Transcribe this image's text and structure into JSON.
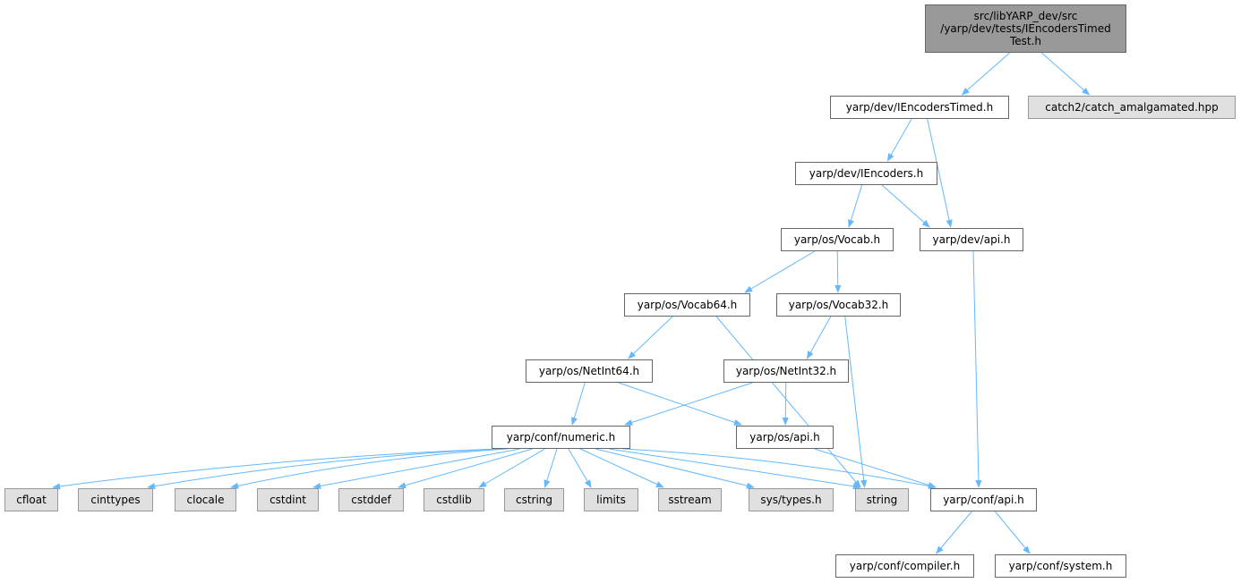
{
  "graph": {
    "nodes": [
      {
        "id": "root",
        "label": "src/libYARP_dev/src\n/yarp/dev/tests/IEncodersTimed\nTest.h",
        "kind": "root"
      },
      {
        "id": "iet",
        "label": "yarp/dev/IEncodersTimed.h",
        "kind": "file"
      },
      {
        "id": "catch",
        "label": "catch2/catch_amalgamated.hpp",
        "kind": "sys"
      },
      {
        "id": "ie",
        "label": "yarp/dev/IEncoders.h",
        "kind": "file"
      },
      {
        "id": "vocab",
        "label": "yarp/os/Vocab.h",
        "kind": "file"
      },
      {
        "id": "devapi",
        "label": "yarp/dev/api.h",
        "kind": "file"
      },
      {
        "id": "v64",
        "label": "yarp/os/Vocab64.h",
        "kind": "file"
      },
      {
        "id": "v32",
        "label": "yarp/os/Vocab32.h",
        "kind": "file"
      },
      {
        "id": "n64",
        "label": "yarp/os/NetInt64.h",
        "kind": "file"
      },
      {
        "id": "n32",
        "label": "yarp/os/NetInt32.h",
        "kind": "file"
      },
      {
        "id": "numeric",
        "label": "yarp/conf/numeric.h",
        "kind": "file"
      },
      {
        "id": "osapi",
        "label": "yarp/os/api.h",
        "kind": "file"
      },
      {
        "id": "cfloat",
        "label": "cfloat",
        "kind": "sys"
      },
      {
        "id": "cinttypes",
        "label": "cinttypes",
        "kind": "sys"
      },
      {
        "id": "clocale",
        "label": "clocale",
        "kind": "sys"
      },
      {
        "id": "cstdint",
        "label": "cstdint",
        "kind": "sys"
      },
      {
        "id": "cstddef",
        "label": "cstddef",
        "kind": "sys"
      },
      {
        "id": "cstdlib",
        "label": "cstdlib",
        "kind": "sys"
      },
      {
        "id": "cstring",
        "label": "cstring",
        "kind": "sys"
      },
      {
        "id": "limits",
        "label": "limits",
        "kind": "sys"
      },
      {
        "id": "sstream",
        "label": "sstream",
        "kind": "sys"
      },
      {
        "id": "systypes",
        "label": "sys/types.h",
        "kind": "sys"
      },
      {
        "id": "string",
        "label": "string",
        "kind": "sys"
      },
      {
        "id": "confapi",
        "label": "yarp/conf/api.h",
        "kind": "file"
      },
      {
        "id": "compiler",
        "label": "yarp/conf/compiler.h",
        "kind": "file"
      },
      {
        "id": "system",
        "label": "yarp/conf/system.h",
        "kind": "file"
      }
    ],
    "edges": [
      [
        "root",
        "iet"
      ],
      [
        "root",
        "catch"
      ],
      [
        "iet",
        "ie"
      ],
      [
        "iet",
        "devapi"
      ],
      [
        "ie",
        "vocab"
      ],
      [
        "ie",
        "devapi"
      ],
      [
        "vocab",
        "v64"
      ],
      [
        "vocab",
        "v32"
      ],
      [
        "devapi",
        "confapi"
      ],
      [
        "v64",
        "n64"
      ],
      [
        "v64",
        "string"
      ],
      [
        "v32",
        "n32"
      ],
      [
        "v32",
        "string"
      ],
      [
        "n64",
        "numeric"
      ],
      [
        "n64",
        "osapi"
      ],
      [
        "n32",
        "numeric"
      ],
      [
        "n32",
        "osapi"
      ],
      [
        "numeric",
        "cfloat"
      ],
      [
        "numeric",
        "cinttypes"
      ],
      [
        "numeric",
        "clocale"
      ],
      [
        "numeric",
        "cstdint"
      ],
      [
        "numeric",
        "cstddef"
      ],
      [
        "numeric",
        "cstdlib"
      ],
      [
        "numeric",
        "cstring"
      ],
      [
        "numeric",
        "limits"
      ],
      [
        "numeric",
        "sstream"
      ],
      [
        "numeric",
        "systypes"
      ],
      [
        "numeric",
        "string"
      ],
      [
        "numeric",
        "confapi"
      ],
      [
        "osapi",
        "confapi"
      ],
      [
        "confapi",
        "compiler"
      ],
      [
        "confapi",
        "system"
      ]
    ],
    "edge_color": "#63b8ff"
  }
}
